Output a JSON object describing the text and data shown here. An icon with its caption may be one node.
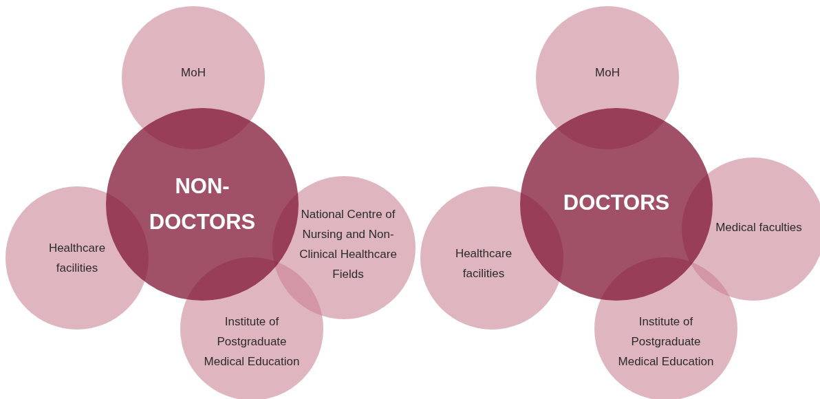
{
  "diagram": {
    "nodes": [
      {
        "text": [
          "MoH"
        ]
      },
      {
        "text": [
          "NON-DOCTORS"
        ]
      },
      {
        "text": [
          "Healthcare facilities"
        ]
      },
      {
        "text": [
          "National Centre of Nursing and Non-Clinical Healthcare Fields"
        ]
      },
      {
        "text": [
          "Institute of Postgraduate Medical Education"
        ]
      },
      {
        "text": [
          "MoH"
        ]
      },
      {
        "text": [
          "DOCTORS"
        ]
      },
      {
        "text": [
          "Healthcare facilities"
        ]
      },
      {
        "text": [
          "Medical faculties"
        ]
      },
      {
        "text": [
          "Institute of Postgraduate Medical Education"
        ]
      }
    ]
  }
}
